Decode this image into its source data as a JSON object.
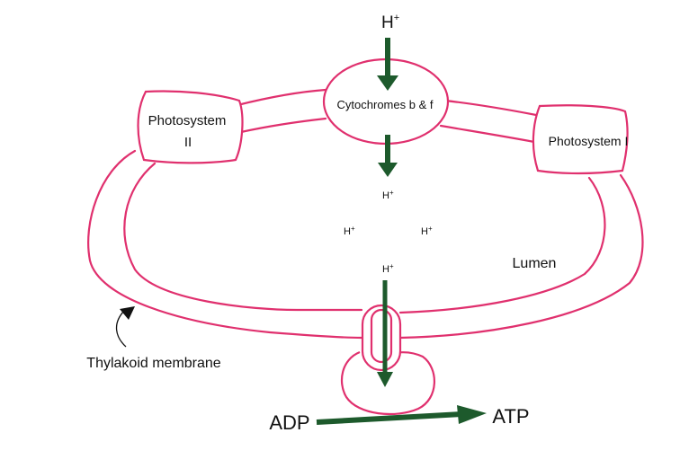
{
  "labels": {
    "h_top": "H",
    "h_top_sup": "+",
    "cytochromes": "Cytochromes b & f",
    "photosystem_ii_line1": "Photosystem",
    "photosystem_ii_line2": "II",
    "photosystem_i": "Photosystem I",
    "h_lumen_1": "H",
    "h_lumen_1_sup": "+",
    "h_lumen_2": "H",
    "h_lumen_2_sup": "+",
    "h_lumen_3": "H",
    "h_lumen_3_sup": "+",
    "h_lumen_4": "H",
    "h_lumen_4_sup": "+",
    "lumen": "Lumen",
    "thylakoid_membrane": "Thylakoid membrane",
    "adp": "ADP",
    "atp": "ATP"
  },
  "colors": {
    "membrane": "#e0306e",
    "arrow": "#1d5a2c",
    "text": "#111111"
  }
}
